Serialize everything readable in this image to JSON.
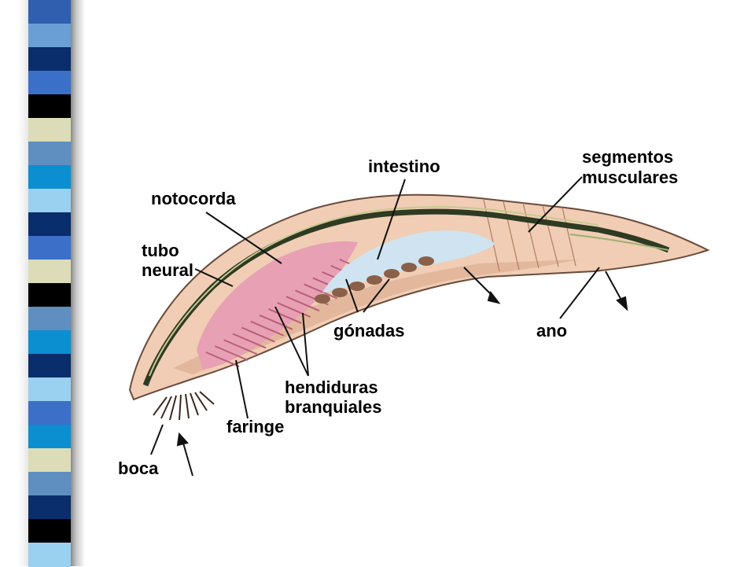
{
  "slide": {
    "stripe_colors": [
      "#2f5fae",
      "#6a9fd6",
      "#0a2e6b",
      "#3c6fc8",
      "#000000",
      "#dcdcb8",
      "#5f8fc0",
      "#0b8fd0",
      "#9ad0f0",
      "#0a2e6b",
      "#3c6fc8",
      "#dcdcb8",
      "#000000",
      "#5f8fc0",
      "#0b8fd0",
      "#0a2e6b",
      "#9ad0f0",
      "#3c6fc8",
      "#0b8fd0",
      "#dcdcb8",
      "#5f8fc0",
      "#0a2e6b",
      "#000000",
      "#9ad0f0"
    ]
  },
  "diagram": {
    "labels": {
      "intestino": "intestino",
      "segmentos_line1": "segmentos",
      "segmentos_line2": "musculares",
      "notocorda": "notocorda",
      "tubo_line1": "tubo",
      "tubo_line2": "neural",
      "gonadas": "gónadas",
      "ano": "ano",
      "hendiduras_line1": "hendiduras",
      "hendiduras_line2": "branquiales",
      "faringe": "faringe",
      "boca": "boca"
    },
    "colors": {
      "body": "#f0cdb4",
      "body_outline": "#6b4a3a",
      "notochord": "#2e3a22",
      "pharynx": "#e8a0b4",
      "gill_slit": "#b8607a",
      "intestine": "#cfe4f0",
      "gonad": "#8a6048"
    }
  }
}
